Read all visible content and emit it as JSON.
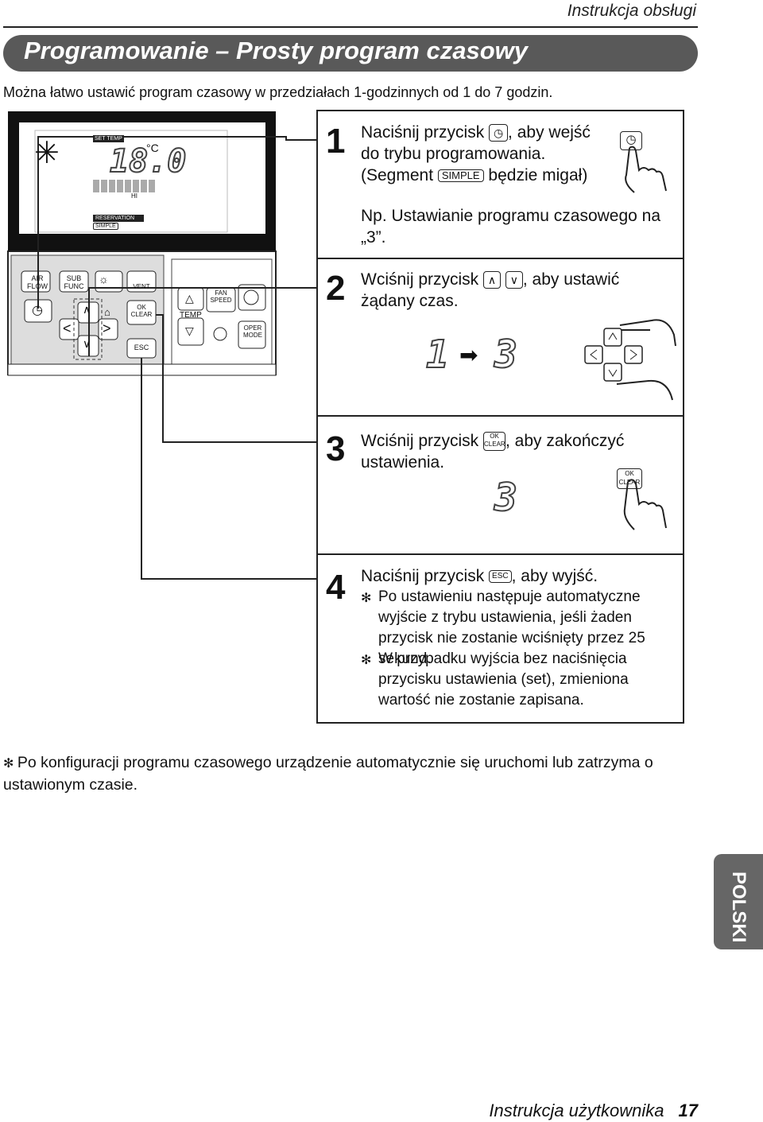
{
  "header": {
    "section": "Instrukcja obsługi",
    "title": "Programowanie – Prosty program czasowy"
  },
  "intro": "Można łatwo ustawić program czasowy w przedziałach 1-godzinnych od 1 do 7 godzin.",
  "remote": {
    "display": {
      "set_temp": "SET TEMP",
      "temp": "18.0",
      "unit": "°C",
      "fan": "HI",
      "reservation": "RESERVATION",
      "simple": "SIMPLE"
    },
    "buttons": {
      "air_flow": "AIR FLOW",
      "sub_func": "SUB FUNC",
      "vent": "VENT",
      "ok": "OK",
      "clear": "CLEAR",
      "esc": "ESC",
      "temp": "TEMP",
      "fan_speed": "FAN SPEED",
      "oper_mode": "OPER MODE"
    }
  },
  "steps": [
    {
      "number": "1",
      "line1_a": "Naciśnij przycisk",
      "line1_b": ", aby wejść",
      "line2": "do trybu programowania.",
      "line3_a": "(Segment",
      "line3_icon": "SIMPLE",
      "line3_b": "będzie migał)",
      "example": "Np. Ustawianie programu czasowego na „3”."
    },
    {
      "number": "2",
      "line1_a": "Wciśnij przycisk",
      "line1_b": ", aby ustawić",
      "line2": "żądany czas.",
      "from": "1",
      "to": "3"
    },
    {
      "number": "3",
      "line1_a": "Wciśnij przycisk",
      "line1_b": ", aby zakończyć",
      "line2": "ustawienia.",
      "value": "3"
    },
    {
      "number": "4",
      "line1_a": "Naciśnij przycisk",
      "line1_b": ", aby wyjść.",
      "icon": "ESC",
      "note1": "Po ustawieniu następuje automatyczne wyjście z trybu ustawienia, jeśli żaden przycisk nie zostanie wciśnięty przez 25 sekund.",
      "note2": "W przypadku wyjścia bez naciśnięcia przycisku ustawienia (set), zmieniona wartość nie zostanie zapisana."
    }
  ],
  "bottom_note": "Po konfiguracji programu czasowego urządzenie automatycznie się uruchomi lub zatrzyma o ustawionym czasie.",
  "side_tab": "POLSKI",
  "footer": {
    "label": "Instrukcja użytkownika",
    "page": "17"
  }
}
